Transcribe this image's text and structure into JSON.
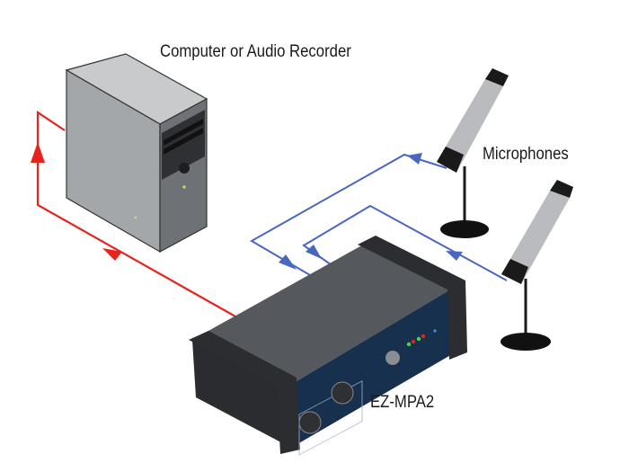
{
  "labels": {
    "computer": "Computer or Audio Recorder",
    "microphones": "Microphones",
    "device": "EZ-MPA2"
  },
  "colors": {
    "output_cable": "#e8231c",
    "input_cable": "#4a67c0",
    "device_face": "#16304e",
    "device_body": "#55585c",
    "computer_body": "#a9acaf"
  },
  "connections": [
    {
      "from": "microphone-1",
      "to": "EZ-MPA2",
      "type": "input"
    },
    {
      "from": "microphone-2",
      "to": "EZ-MPA2",
      "type": "input"
    },
    {
      "from": "EZ-MPA2",
      "to": "computer",
      "type": "output"
    }
  ]
}
